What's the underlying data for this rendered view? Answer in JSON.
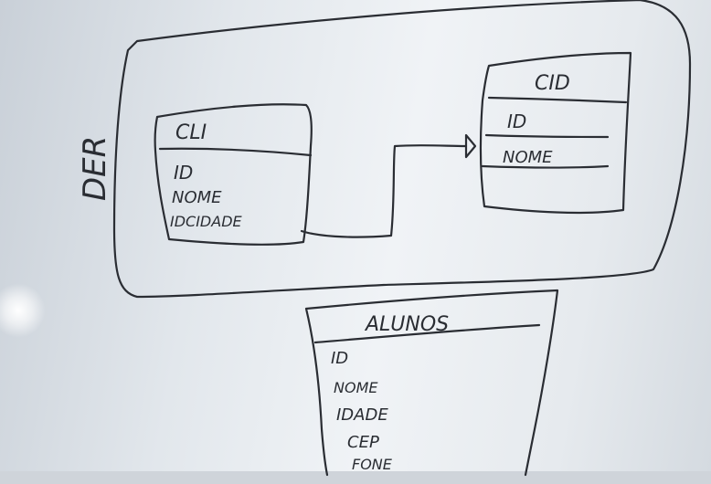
{
  "side_label": "DER",
  "tables": {
    "cli": {
      "title": "CLI",
      "fields": [
        "ID",
        "NOME",
        "IDCIDADE"
      ]
    },
    "cid": {
      "title": "CID",
      "fields": [
        "ID",
        "NOME"
      ]
    },
    "alunos": {
      "title": "ALUNOS",
      "fields": [
        "ID",
        "NOME",
        "IDADE",
        "CEP",
        "FONE"
      ]
    }
  },
  "ink_color": "#2a2d33"
}
